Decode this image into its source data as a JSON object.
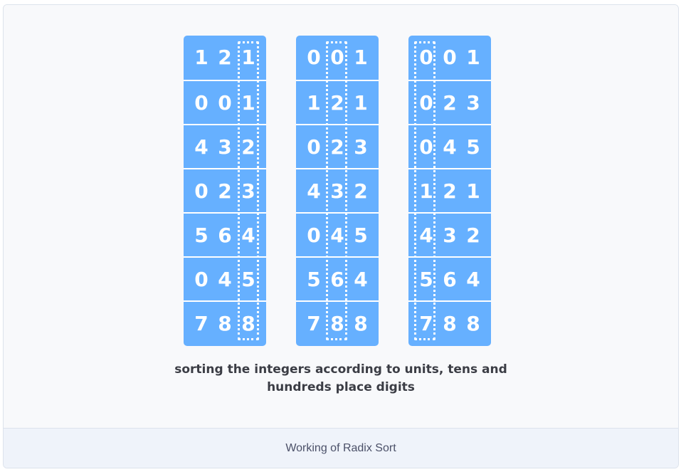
{
  "figure": {
    "columns": [
      {
        "highlighted_digit_position": "units",
        "rows": [
          [
            "1",
            "2",
            "1"
          ],
          [
            "0",
            "0",
            "1"
          ],
          [
            "4",
            "3",
            "2"
          ],
          [
            "0",
            "2",
            "3"
          ],
          [
            "5",
            "6",
            "4"
          ],
          [
            "0",
            "4",
            "5"
          ],
          [
            "7",
            "8",
            "8"
          ]
        ]
      },
      {
        "highlighted_digit_position": "tens",
        "rows": [
          [
            "0",
            "0",
            "1"
          ],
          [
            "1",
            "2",
            "1"
          ],
          [
            "0",
            "2",
            "3"
          ],
          [
            "4",
            "3",
            "2"
          ],
          [
            "0",
            "4",
            "5"
          ],
          [
            "5",
            "6",
            "4"
          ],
          [
            "7",
            "8",
            "8"
          ]
        ]
      },
      {
        "highlighted_digit_position": "hundreds",
        "rows": [
          [
            "0",
            "0",
            "1"
          ],
          [
            "0",
            "2",
            "3"
          ],
          [
            "0",
            "4",
            "5"
          ],
          [
            "1",
            "2",
            "1"
          ],
          [
            "4",
            "3",
            "2"
          ],
          [
            "5",
            "6",
            "4"
          ],
          [
            "7",
            "8",
            "8"
          ]
        ]
      }
    ],
    "description_line1": "sorting the integers according to units, tens and",
    "description_line2": "hundreds place digits"
  },
  "caption": "Working of Radix Sort",
  "colors": {
    "cell_fill": "#66b0ff",
    "digit_text": "#ffffff",
    "highlight_outline": "#ffffff",
    "background": "#f8f9fb",
    "caption_bar": "#eff3fa"
  }
}
